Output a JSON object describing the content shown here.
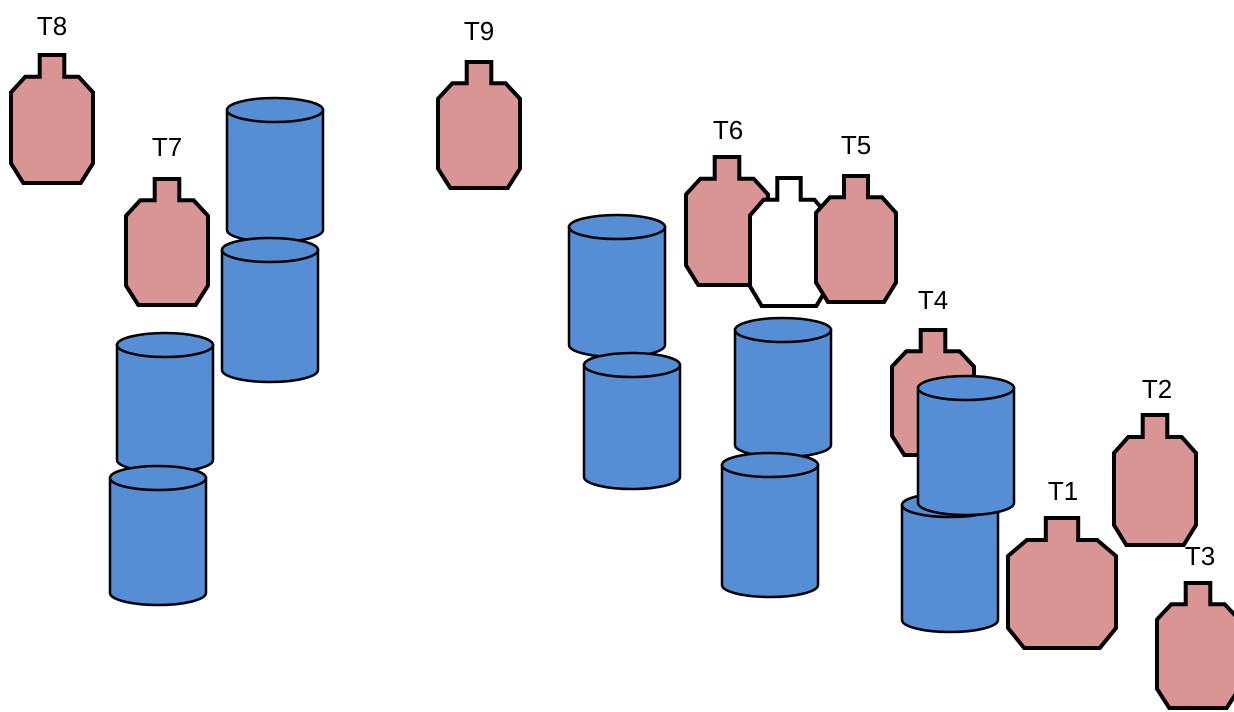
{
  "colors": {
    "target_fill": "#d99594",
    "no_shoot_fill": "#ffffff",
    "barrel_fill": "#558ed5",
    "outline": "#000000"
  },
  "targets": [
    {
      "id": "t1",
      "label": "T1"
    },
    {
      "id": "t2",
      "label": "T2"
    },
    {
      "id": "t3",
      "label": "T3"
    },
    {
      "id": "t4",
      "label": "T4"
    },
    {
      "id": "t5",
      "label": "T5"
    },
    {
      "id": "t6",
      "label": "T6"
    },
    {
      "id": "t7",
      "label": "T7"
    },
    {
      "id": "t8",
      "label": "T8"
    },
    {
      "id": "t9",
      "label": "T9"
    }
  ],
  "no_shoot": {
    "id": "no-shoot"
  },
  "barrels": [
    {
      "id": "barrel-1"
    },
    {
      "id": "barrel-2"
    },
    {
      "id": "barrel-3"
    },
    {
      "id": "barrel-4"
    },
    {
      "id": "barrel-5"
    },
    {
      "id": "barrel-6"
    },
    {
      "id": "barrel-7"
    },
    {
      "id": "barrel-8"
    },
    {
      "id": "barrel-9"
    },
    {
      "id": "barrel-10"
    }
  ]
}
